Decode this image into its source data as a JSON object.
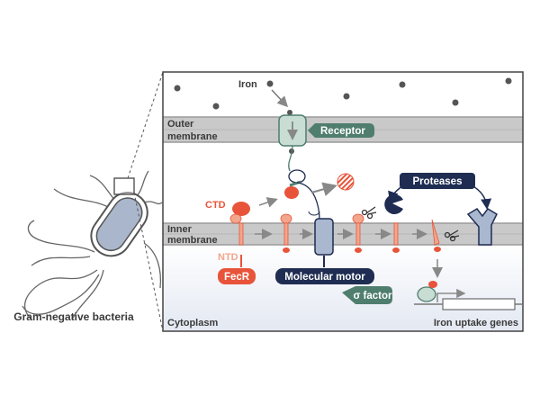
{
  "labels": {
    "iron": "Iron",
    "outer_membrane_line1": "Outer",
    "outer_membrane_line2": "membrane",
    "inner_membrane_line1": "Inner",
    "inner_membrane_line2": "membrane",
    "cytoplasm": "Cytoplasm",
    "receptor": "Receptor",
    "proteases": "Proteases",
    "ctd": "CTD",
    "ntd": "NTD",
    "fecr": "FecR",
    "molecular_motor": "Molecular motor",
    "sigma_factor": "σ factor",
    "iron_uptake_genes": "Iron uptake genes",
    "bacterium_caption": "Gram-negative bacteria"
  },
  "colors": {
    "membrane_gray": "#c9c9c9",
    "membrane_line": "#9a9a9a",
    "receptor_green": "#4f7d6e",
    "receptor_fill": "#c8ddd3",
    "fecr_orange": "#e8543a",
    "fecr_light": "#f2a68c",
    "navy": "#1f2d52",
    "motor_fill": "#a9b7cf",
    "frame_stroke": "#444444",
    "cytoplasm_bg": "#edf0f6"
  },
  "icons": [
    "iron-atom-icon",
    "scissors-icon",
    "pacman-protease-icon",
    "protease-y-icon",
    "dna-gene-icon"
  ]
}
